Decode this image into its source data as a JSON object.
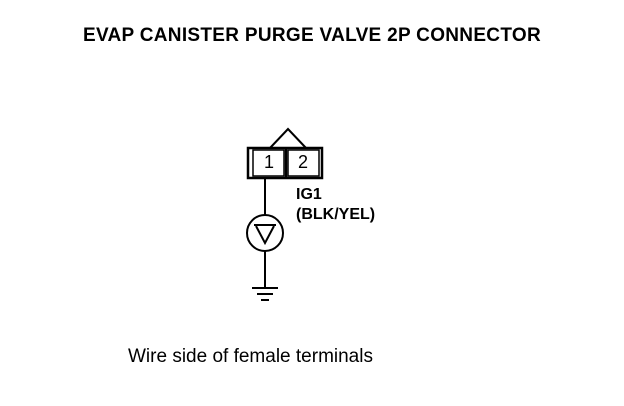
{
  "diagram": {
    "title": "EVAP CANISTER PURGE VALVE 2P CONNECTOR",
    "connector": {
      "terminals": [
        {
          "number": "1"
        },
        {
          "number": "2"
        }
      ]
    },
    "terminal_2_signal": "IG1",
    "terminal_2_wire_color": "(BLK/YEL)",
    "caption": "Wire side of female terminals",
    "icons": {
      "load": "voltmeter-icon",
      "ground": "ground-icon"
    },
    "colors": {
      "line": "#000000",
      "background": "#ffffff"
    }
  }
}
